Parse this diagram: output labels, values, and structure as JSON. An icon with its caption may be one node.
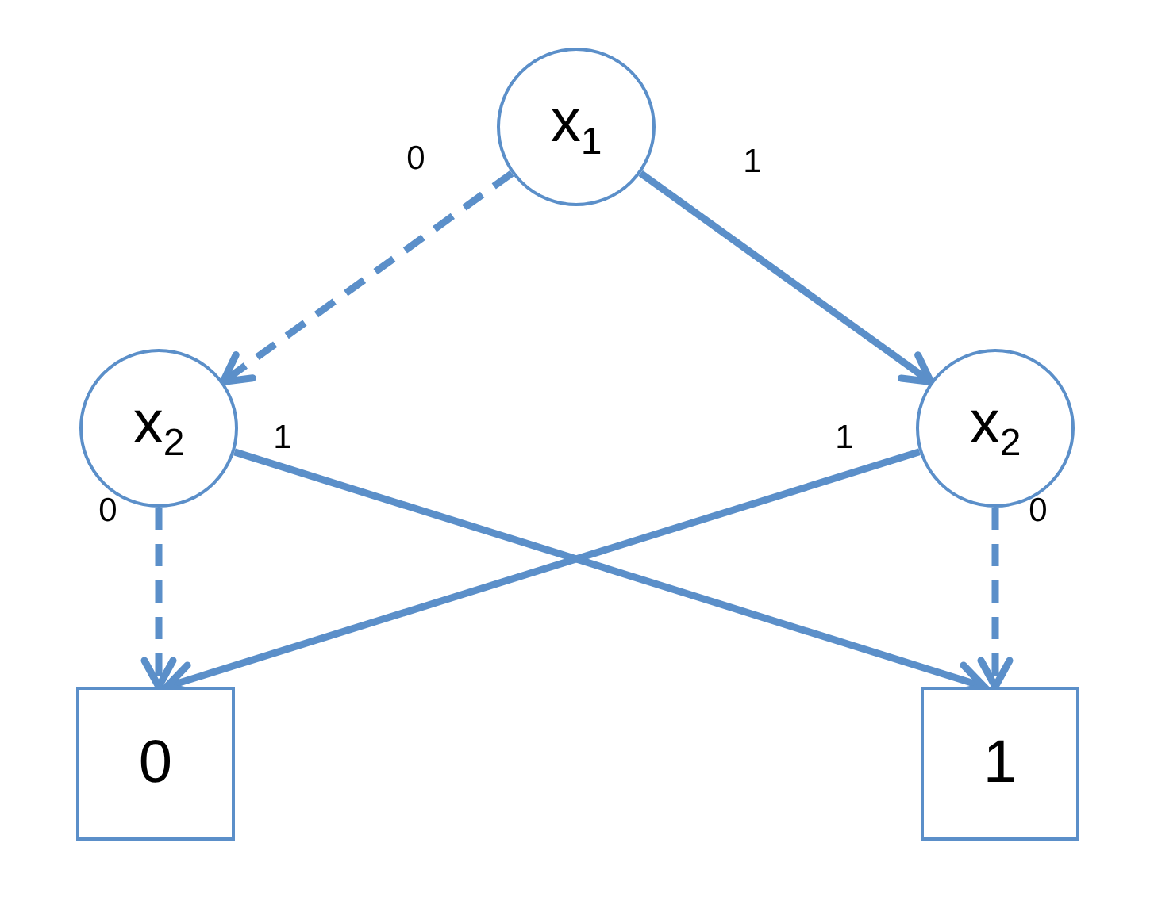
{
  "diagram": {
    "nodes": [
      {
        "text": [
          "x$_{1}$"
        ]
      },
      {
        "text": [
          "x$_{2}$"
        ]
      },
      {
        "text": [
          "x$_{2}$"
        ]
      },
      {
        "text": [
          "0"
        ]
      },
      {
        "text": [
          "1"
        ]
      }
    ],
    "edges": [
      {
        "from": 0,
        "to": 1,
        "arrow": "to",
        "label": "0",
        "style": "dashed"
      },
      {
        "from": 0,
        "to": 2,
        "arrow": "to",
        "label": "1"
      },
      {
        "from": 1,
        "to": 3,
        "arrow": "to",
        "label": "0",
        "style": "dashed"
      },
      {
        "from": 1,
        "to": 4,
        "arrow": "to",
        "label": "1"
      },
      {
        "from": 2,
        "to": 3,
        "arrow": "to",
        "label": "1"
      },
      {
        "from": 2,
        "to": 4,
        "arrow": "to",
        "label": "0",
        "style": "dashed"
      }
    ]
  }
}
